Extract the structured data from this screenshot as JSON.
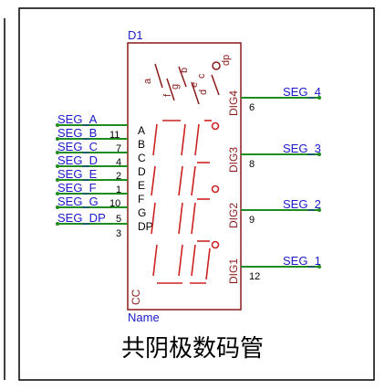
{
  "component": {
    "designator": "D1",
    "value_placeholder": "Name",
    "type_label": "CC",
    "caption": "共阴极数码管"
  },
  "segment_pins": [
    {
      "net": "SEG_A",
      "pin": "",
      "label": "A"
    },
    {
      "net": "SEG_B",
      "pin": "11",
      "label": "B"
    },
    {
      "net": "SEG_C",
      "pin": "7",
      "label": "C"
    },
    {
      "net": "SEG_D",
      "pin": "4",
      "label": "D"
    },
    {
      "net": "SEG_E",
      "pin": "2",
      "label": "E"
    },
    {
      "net": "SEG_F",
      "pin": "1",
      "label": "F"
    },
    {
      "net": "SEG_G",
      "pin": "10",
      "label": "G"
    },
    {
      "net": "SEG_DP",
      "pin": "5",
      "label": "DP"
    }
  ],
  "dp_pin_number": "3",
  "digit_pins": [
    {
      "net": "SEG_4",
      "pin": "6",
      "label": "DIG4"
    },
    {
      "net": "SEG_3",
      "pin": "8",
      "label": "DIG3"
    },
    {
      "net": "SEG_2",
      "pin": "9",
      "label": "DIG2"
    },
    {
      "net": "SEG_1",
      "pin": "12",
      "label": "DIG1"
    }
  ],
  "segment_legend": {
    "a": "a",
    "b": "b",
    "c": "c",
    "d": "d",
    "e": "e",
    "f": "f",
    "g": "g",
    "dp": "dp"
  },
  "colors": {
    "body": "#8b1a1a",
    "wire": "#1e8c1e",
    "net_label": "#1a1acc",
    "pin_text": "#000000",
    "frame": "#000000"
  }
}
